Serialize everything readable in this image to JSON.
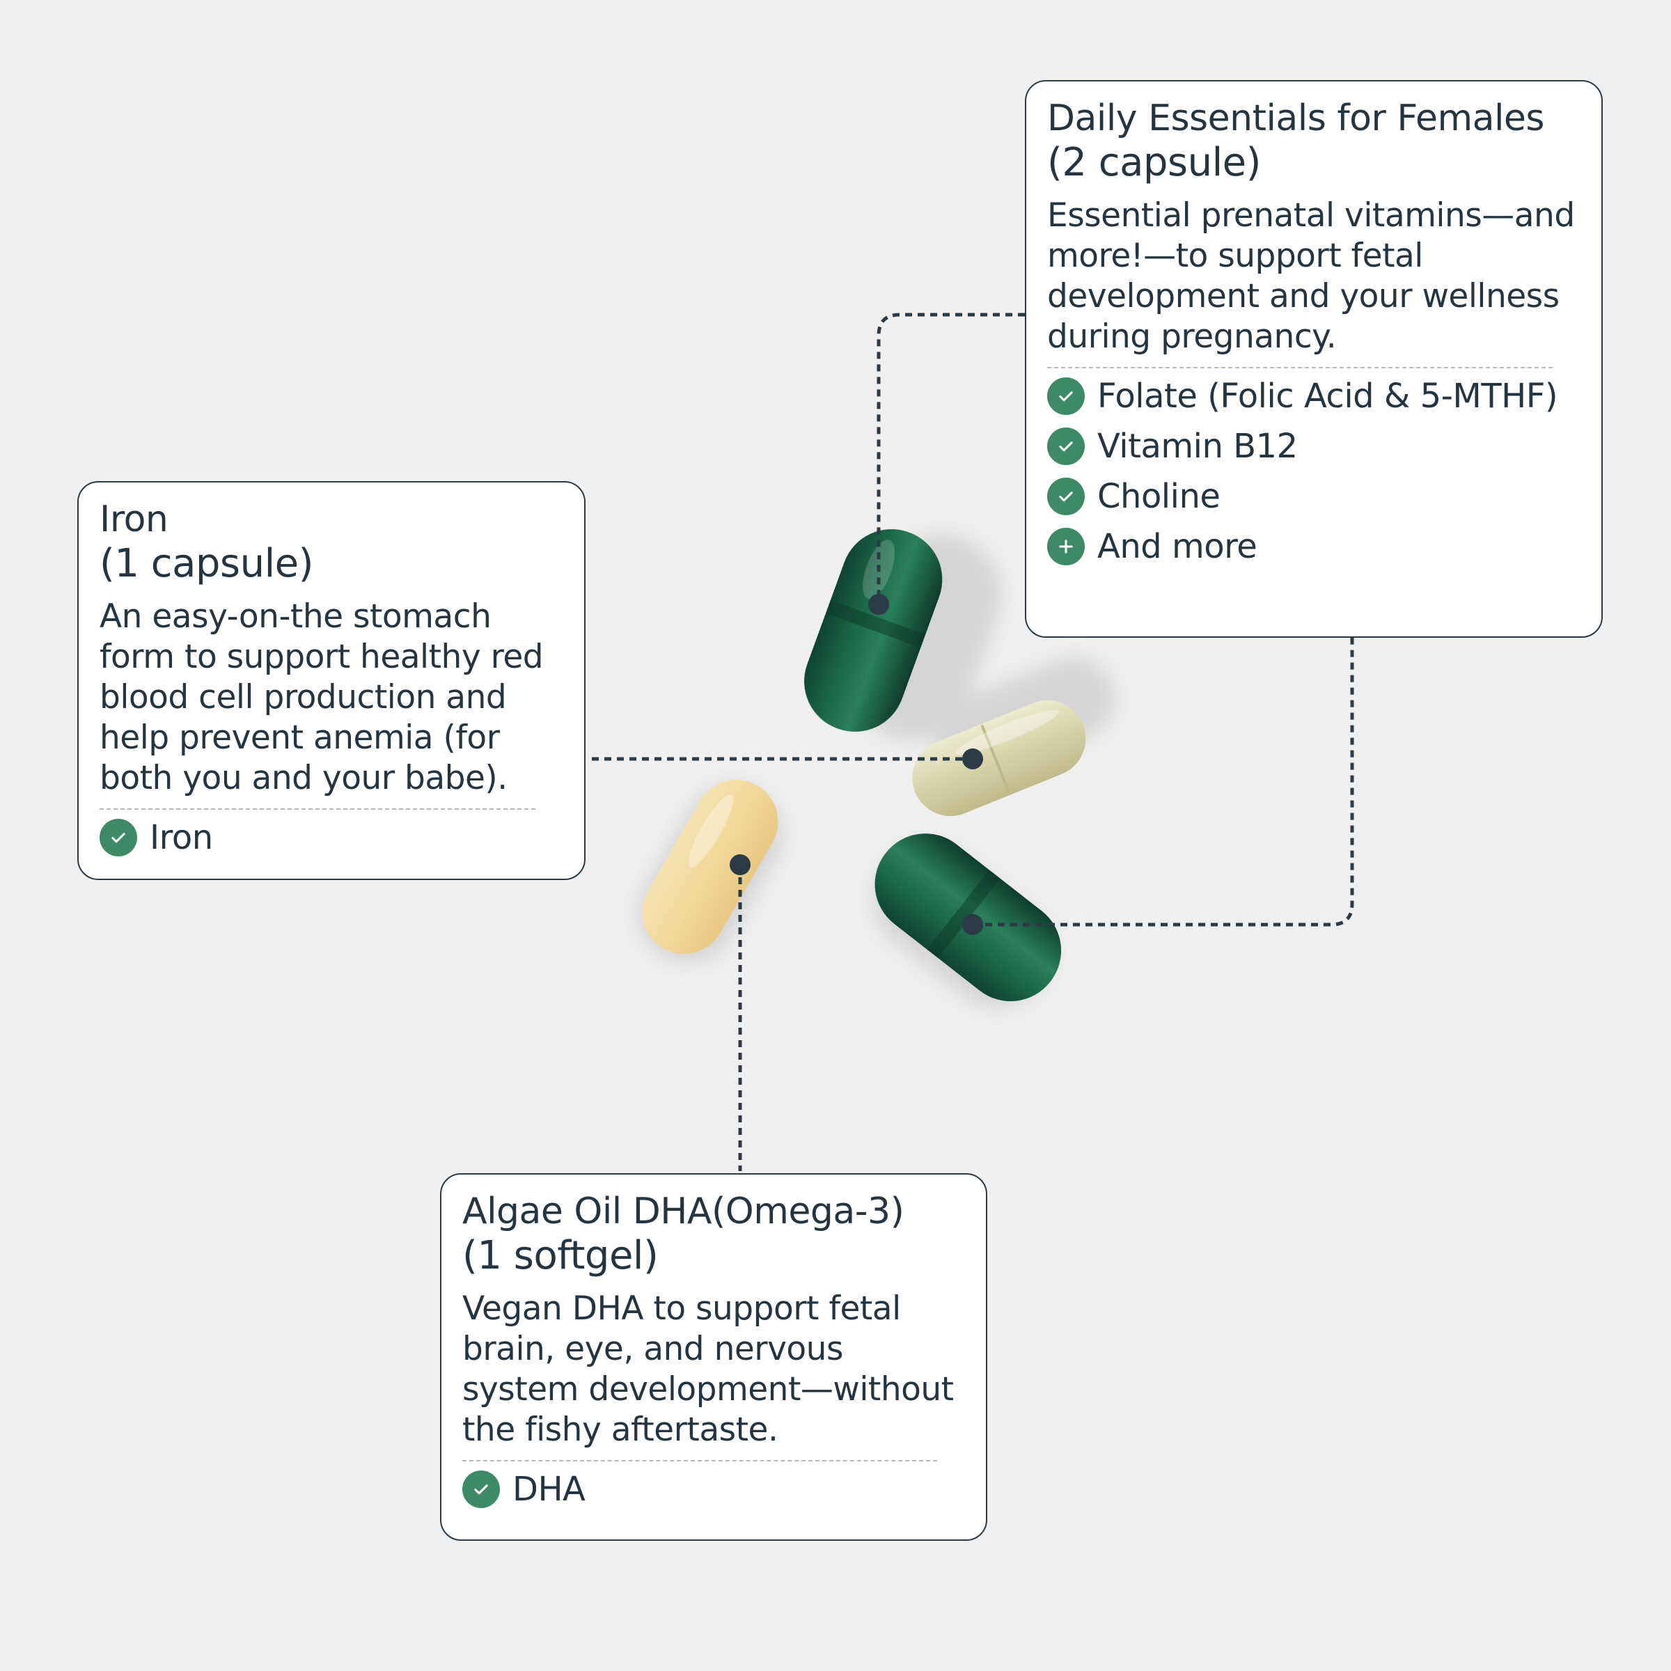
{
  "colors": {
    "background": "#efefef",
    "card_border": "#2b3a45",
    "text": "#263440",
    "badge": "#3e8a66",
    "leader_line": "#2b3a45",
    "capsule_dark_green": "#17583f",
    "capsule_light_green": "#d8d5ad",
    "softgel": "#f3dca0"
  },
  "cards": {
    "iron": {
      "title": "Iron",
      "dose": "(1 capsule)",
      "description": "An easy-on-the stomach form to support healthy red blood cell production and help prevent anemia (for both you and your babe).",
      "items": [
        {
          "icon": "check-icon",
          "label": "Iron"
        }
      ]
    },
    "daily": {
      "title": "Daily Essentials for Females",
      "dose": "(2 capsule)",
      "description": "Essential prenatal vitamins—and more!—to support fetal development and your wellness during pregnancy.",
      "items": [
        {
          "icon": "check-icon",
          "label": "Folate (Folic Acid & 5-MTHF)"
        },
        {
          "icon": "check-icon",
          "label": "Vitamin B12"
        },
        {
          "icon": "check-icon",
          "label": "Choline"
        },
        {
          "icon": "plus-icon",
          "label": "And more"
        }
      ]
    },
    "dha": {
      "title": "Algae Oil DHA(Omega-3)",
      "dose": "(1 softgel)",
      "description": "Vegan DHA to support fetal brain, eye, and nervous system development—without the fishy aftertaste.",
      "items": [
        {
          "icon": "check-icon",
          "label": "DHA"
        }
      ]
    }
  }
}
